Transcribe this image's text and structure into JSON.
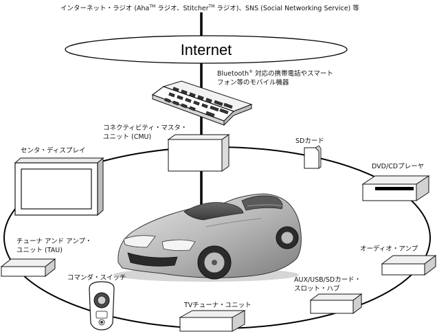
{
  "top_caption": {
    "before_aha": "インターネット・ラジオ (Aha",
    "tm1": "TM",
    "mid": " ラジオ、Stitcher",
    "tm2": "TM",
    "after": " ラジオ)、SNS (Social Networking Service) 等"
  },
  "internet_label": "Internet",
  "mobile_label": {
    "line1_prefix": "Bluetooth",
    "registered": "®",
    "line1_suffix": " 対応の携帯電話やスマート",
    "line2": "フォン等のモバイル機器"
  },
  "cmu_label": {
    "line1": "コネクティビティ・マスタ・",
    "line2": "ユニット (CMU)"
  },
  "sd_label": "SDカード",
  "center_display_label": "センタ・ディスプレイ",
  "dvd_label": "DVD/CDプレーヤ",
  "tau_label": {
    "line1": "チューナ アンド アンプ・",
    "line2": "ユニット (TAU)"
  },
  "audio_amp_label": "オーディオ・アンプ",
  "commander_label": "コマンダ・スイッチ",
  "aux_hub_label": {
    "line1": "AUX/USB/SDカード・",
    "line2": "スロット・ハブ"
  },
  "tv_tuner_label": "TVチューナ・ユニット"
}
